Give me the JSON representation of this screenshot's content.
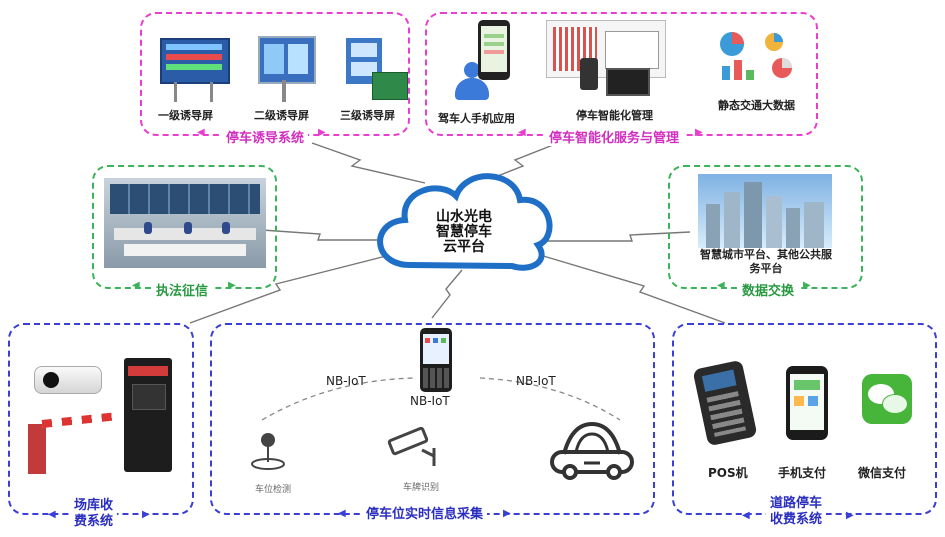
{
  "cloud": {
    "line1": "山水光电",
    "line2": "智慧停车",
    "line3": "云平台"
  },
  "guidance": {
    "title": "停车诱导系统",
    "items": [
      "一级诱导屏",
      "二级诱导屏",
      "三级诱导屏"
    ]
  },
  "service": {
    "title": "停车智能化服务与管理",
    "items": [
      "驾车人手机应用",
      "停车智能化管理",
      "静态交通大数据"
    ]
  },
  "enforcement": {
    "title": "执法征信"
  },
  "exchange": {
    "title": "数据交换",
    "caption": "智慧城市平台、其他公共服务平台"
  },
  "garage": {
    "title_line1": "场库收",
    "title_line2": "费系统"
  },
  "realtime": {
    "title": "停车位实时信息采集",
    "nb_left": "NB-IoT",
    "nb_center": "NB-IoT",
    "nb_right": "NB-IoT",
    "sensor_label": "车位检测",
    "camera_label": "车牌识别"
  },
  "road": {
    "title_line1": "道路停车",
    "title_line2": "收费系统",
    "items": [
      "POS机",
      "手机支付",
      "微信支付"
    ]
  },
  "colors": {
    "pink": "#e83fd0",
    "green": "#3cb35a",
    "blue": "#3a3fd6",
    "cloud": "#1f6fc6"
  }
}
